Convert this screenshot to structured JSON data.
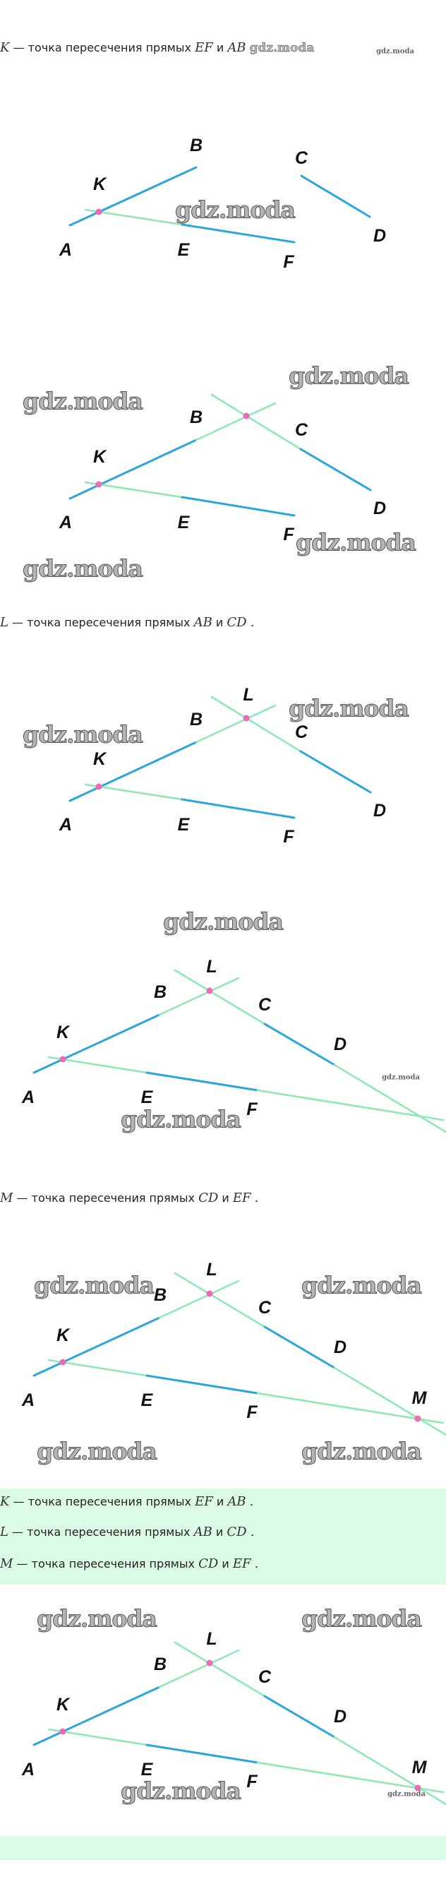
{
  "colors": {
    "segment": "#2aa6dc",
    "line": "#90e8b4",
    "point": "#ec6ab8",
    "highlight_box": "#dcfbe6"
  },
  "watermark": "gdz.moda",
  "statements": [
    {
      "letter": "K",
      "text": "— точка пересечения прямых",
      "l1": "EF",
      "conj": "и",
      "l2": "AB",
      "end": ""
    },
    {
      "letter": "L",
      "text": "— точка пересечения прямых",
      "l1": "AB",
      "conj": "и",
      "l2": "CD",
      "end": "."
    },
    {
      "letter": "M",
      "text": "— точка пересечения прямых",
      "l1": "CD",
      "conj": "и",
      "l2": "EF",
      "end": "."
    }
  ],
  "summary": [
    {
      "letter": "K",
      "text": "— точка пересечения прямых",
      "l1": "EF",
      "conj": "и",
      "l2": "AB",
      "end": "."
    },
    {
      "letter": "L",
      "text": "— точка пересечения прямых",
      "l1": "AB",
      "conj": "и",
      "l2": "CD",
      "end": "."
    },
    {
      "letter": "M",
      "text": "— точка пересечения прямых",
      "l1": "CD",
      "conj": "и",
      "l2": "EF",
      "end": "."
    }
  ],
  "figures": [
    {
      "points": [
        "A",
        "B",
        "C",
        "D",
        "E",
        "F",
        "K"
      ]
    },
    {
      "points": [
        "A",
        "B",
        "C",
        "D",
        "E",
        "F",
        "K"
      ]
    },
    {
      "points": [
        "A",
        "B",
        "C",
        "D",
        "E",
        "F",
        "K",
        "L"
      ]
    },
    {
      "points": [
        "A",
        "B",
        "C",
        "D",
        "E",
        "F",
        "K",
        "L"
      ]
    },
    {
      "points": [
        "A",
        "B",
        "C",
        "D",
        "E",
        "F",
        "K",
        "L",
        "M"
      ]
    },
    {
      "points": [
        "A",
        "B",
        "C",
        "D",
        "E",
        "F",
        "K",
        "L",
        "M"
      ]
    }
  ]
}
